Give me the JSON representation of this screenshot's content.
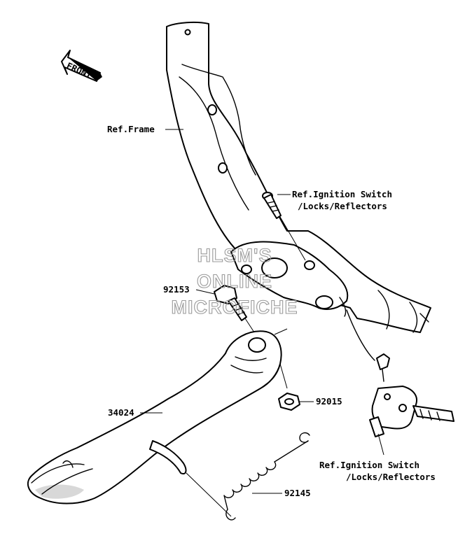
{
  "front_label": "FRONT",
  "watermark": [
    "HLSM'S",
    "ONLINE",
    "MICROFICHE"
  ],
  "callouts": {
    "ref_frame": "Ref.Frame",
    "ref_ignition_top_1": "Ref.Ignition Switch",
    "ref_ignition_top_2": "/Locks/Reflectors",
    "p92153": "92153",
    "p92015": "92015",
    "p34024": "34024",
    "ref_ignition_bottom_1": "Ref.Ignition Switch",
    "ref_ignition_bottom_2": "/Locks/Reflectors",
    "p92145": "92145"
  }
}
